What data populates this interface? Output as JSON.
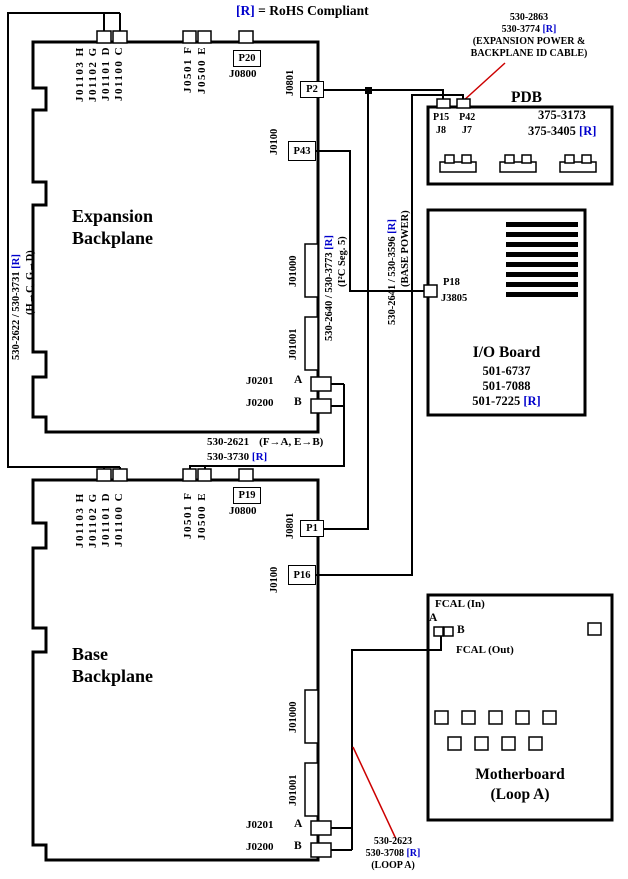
{
  "legend": {
    "r": "[R]",
    "text": "= RoHS Compliant"
  },
  "exp_cable": {
    "l1": "530-2863",
    "l2": "530-3774",
    "r": "[R]",
    "l3": "(EXPANSION POWER &",
    "l4": "BACKPLANE ID CABLE)"
  },
  "pdb": {
    "title": "PDB",
    "pn1": "375-3173",
    "pn2": "375-3405",
    "r": "[R]",
    "p15": "P15",
    "p42": "P42",
    "j8": "J8",
    "j7": "J7"
  },
  "io": {
    "title": "I/O Board",
    "pn1": "501-6737",
    "pn2": "501-7088",
    "pn3": "501-7225",
    "r": "[R]",
    "p18": "P18",
    "j3805": "J3805"
  },
  "mb": {
    "title": "Motherboard",
    "subtitle": "(Loop A)",
    "fcal_in": "FCAL (In)",
    "fcal_out": "FCAL (Out)",
    "a": "A",
    "b": "B"
  },
  "expansion": {
    "t1": "Expansion",
    "t2": "Backplane",
    "hgdc": [
      "J01103 H",
      "J01102 G",
      "J01101 D",
      "J01100 C"
    ],
    "fe": [
      "J0501 F",
      "J0500 E"
    ],
    "p20": "P20",
    "j0800": "J0800",
    "j0801": "J0801",
    "p2": "P2",
    "j0100": "J0100",
    "p43": "P43",
    "j01000": "J01000",
    "j01001": "J01001",
    "j0201": "J0201",
    "a": "A",
    "j0200": "J0200",
    "b": "B"
  },
  "base": {
    "t1": "Base",
    "t2": "Backplane",
    "hgdc": [
      "J01103 H",
      "J01102 G",
      "J01101 D",
      "J01100 C"
    ],
    "fe": [
      "J0501 F",
      "J0500 E"
    ],
    "p19": "P19",
    "j0800": "J0800",
    "j0801": "J0801",
    "p1": "P1",
    "j0100": "J0100",
    "p16": "P16",
    "j01000": "J01000",
    "j01001": "J01001",
    "j0201": "J0201",
    "a": "A",
    "j0200": "J0200",
    "b": "B"
  },
  "cables": {
    "hgdc": {
      "pn": "530-2622 / 530-3731",
      "r": "[R]",
      "note": "(H→C, G→D)"
    },
    "i2c": {
      "pn": "530-2640 / 530-3773",
      "r": "[R]",
      "note": "(I²C Seg. 5)"
    },
    "power": {
      "pn": "530-2641 / 530-3596",
      "r": "[R]",
      "note": "(BASE POWER)"
    },
    "fe": {
      "pn": "530-2621",
      "note": "(F→A, E→B)",
      "pn2": "530-3730",
      "r": "[R]"
    },
    "loop": {
      "pn1": "530-2623",
      "pn2": "530-3708",
      "r": "[R]",
      "note": "(LOOP A)"
    }
  }
}
